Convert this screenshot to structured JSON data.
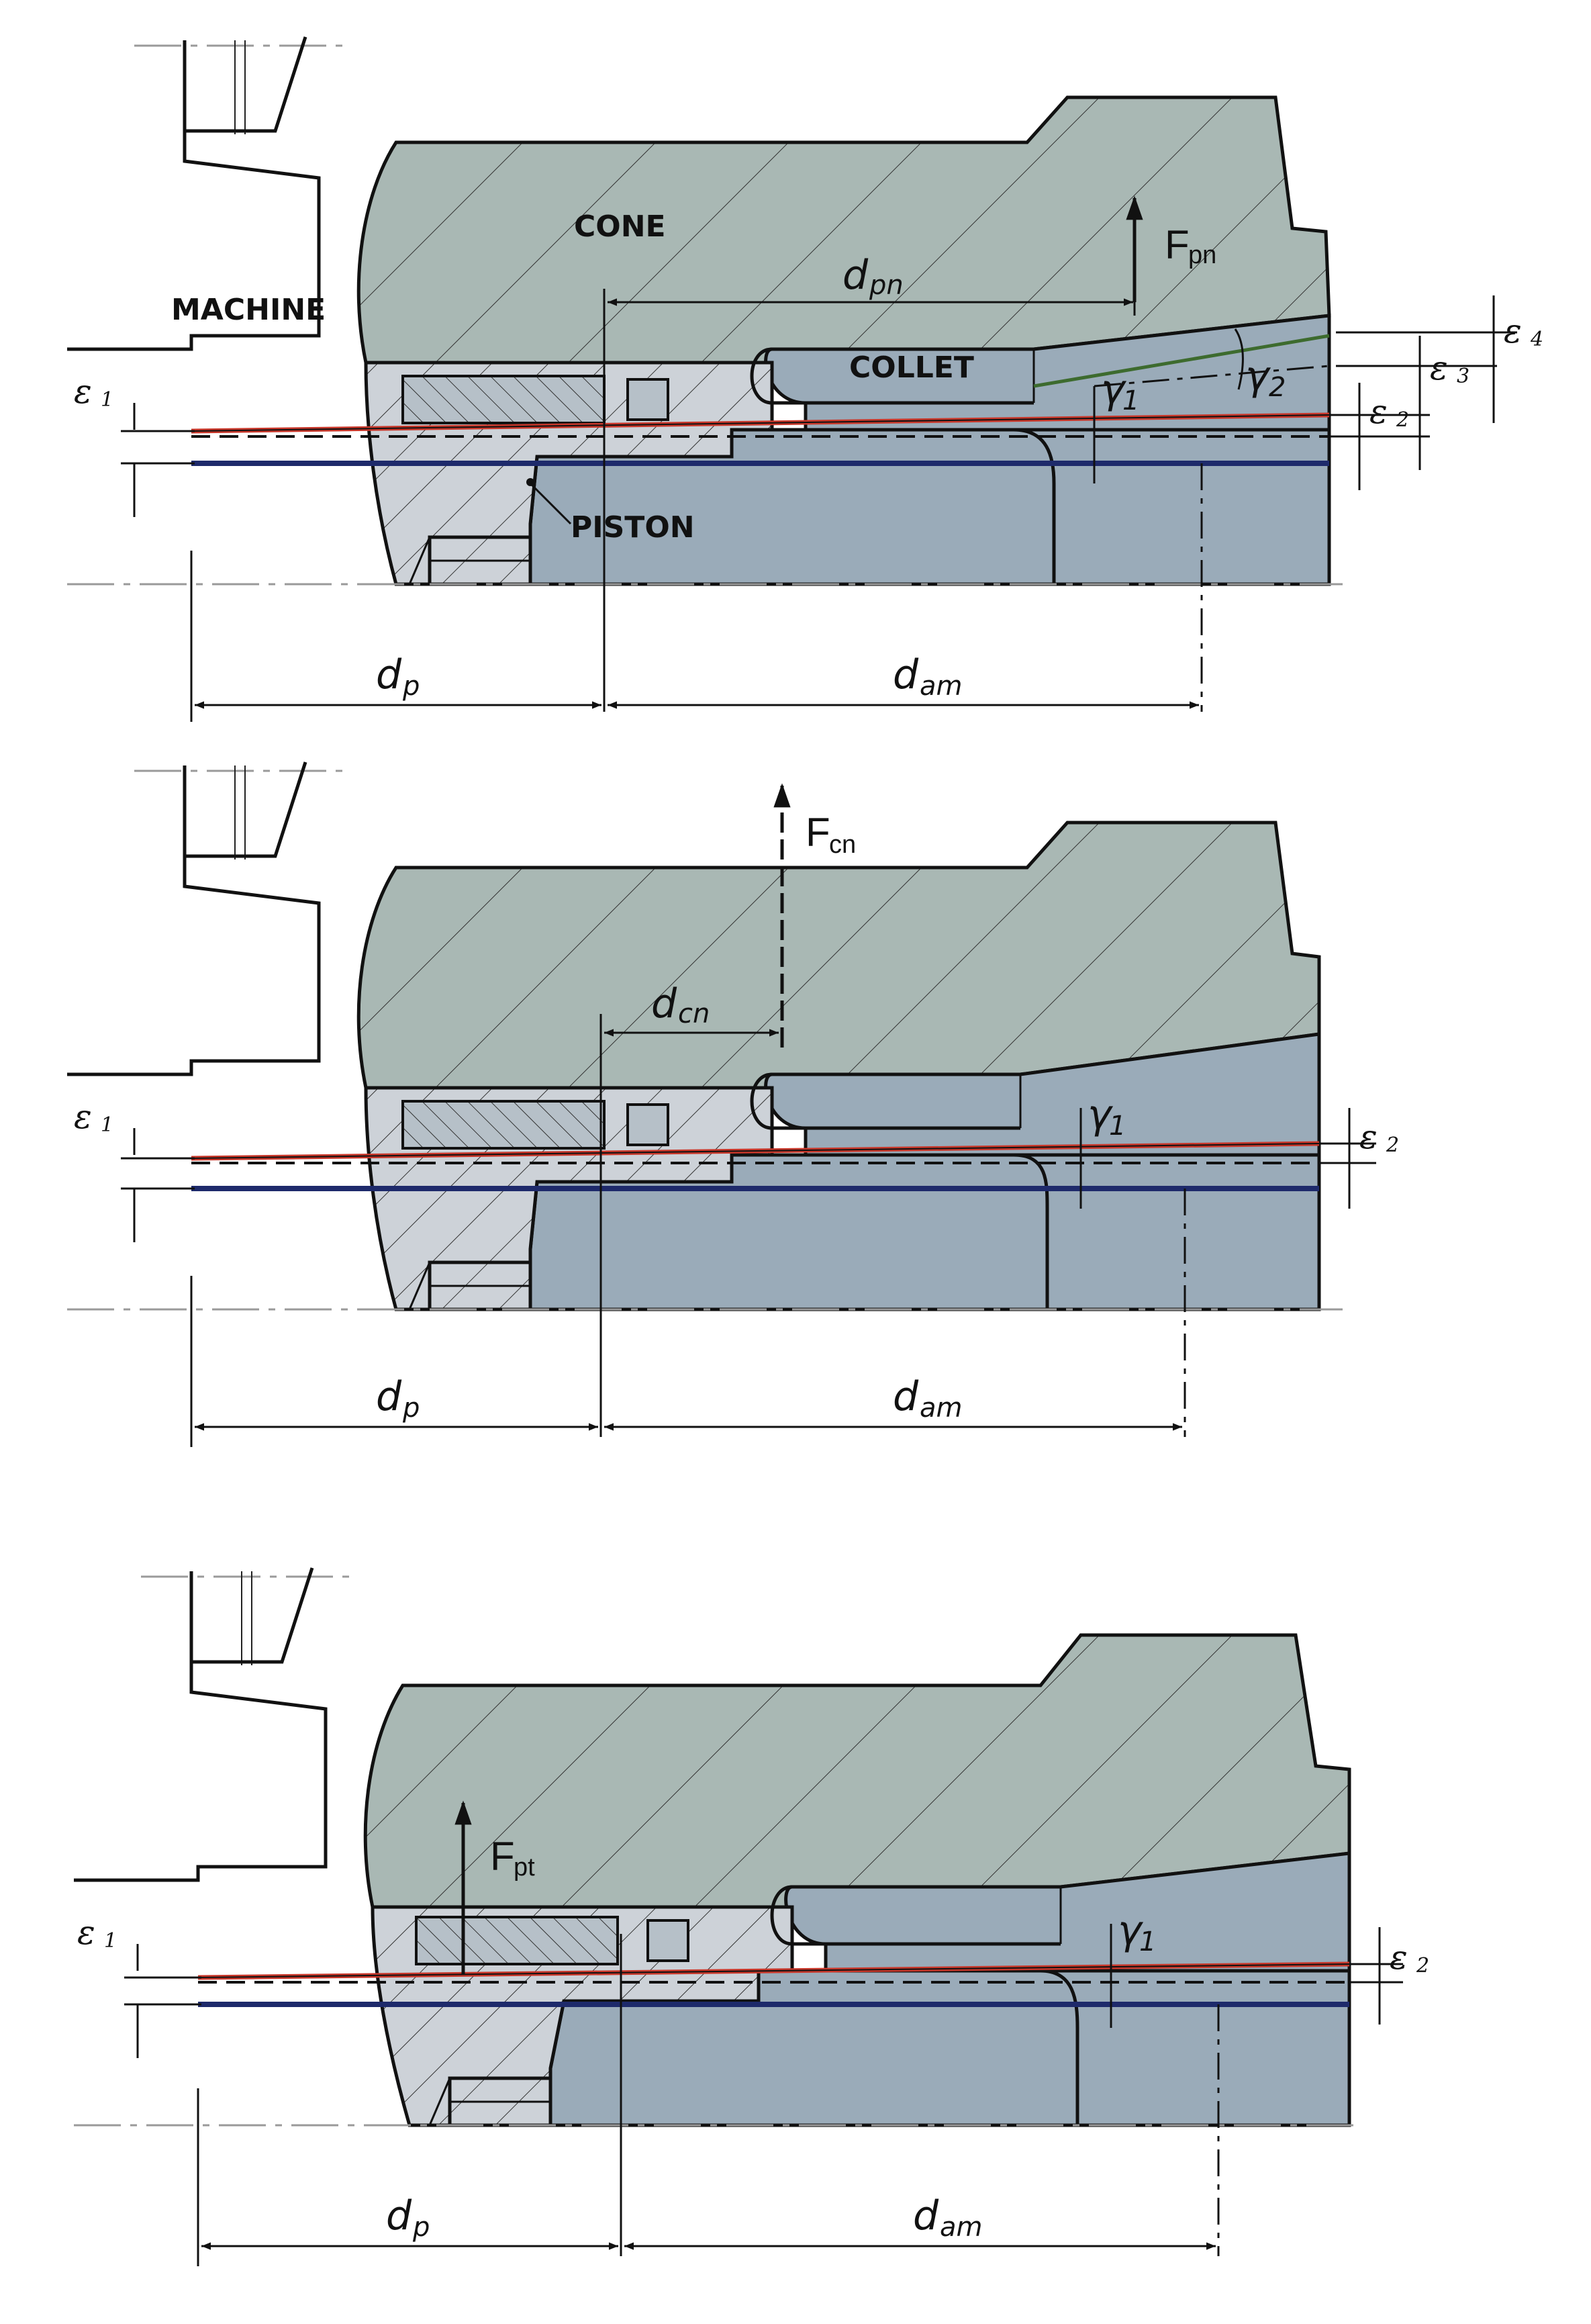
{
  "colors": {
    "cone": "#a9b8b4",
    "collet": "#9aabb9",
    "piston": "#cdd2d8",
    "tube_red": "#c8372a",
    "tube_blue": "#1e2a6b",
    "wedge_green": "#3d6b2e",
    "outline": "#111111"
  },
  "labels": {
    "machine": "MACHINE",
    "cone": "CONE",
    "collet": "COLLET",
    "piston": "PISTON"
  },
  "symbols": {
    "d": "d",
    "p_sub": "p",
    "am_sub": "am",
    "pn_sub": "pn",
    "cn_sub": "cn",
    "F": "F",
    "Fpn_sub": "pn",
    "Fcn_sub": "cn",
    "Fpt_sub": "pt",
    "gamma": "γ",
    "one": "1",
    "two": "2",
    "eps": "ε",
    "e1": "1",
    "e2": "2",
    "e3": "3",
    "e4": "4"
  },
  "panels": [
    {
      "id": "panel-1",
      "state": "pn"
    },
    {
      "id": "panel-2",
      "state": "cn"
    },
    {
      "id": "panel-3",
      "state": "pt"
    }
  ]
}
